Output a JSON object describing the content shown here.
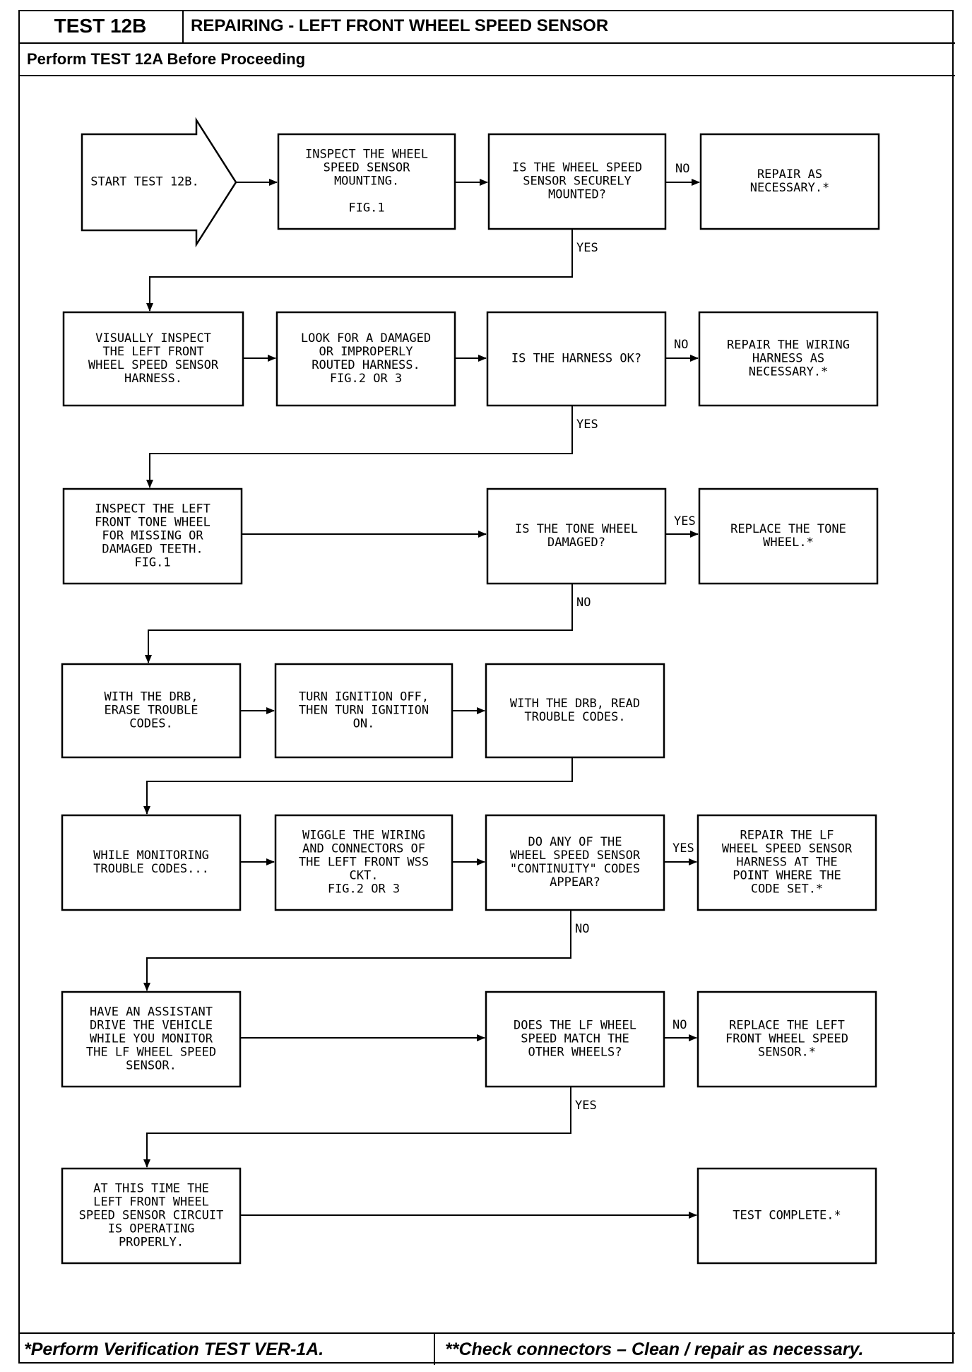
{
  "header": {
    "test_id": "TEST 12B",
    "title": "REPAIRING - LEFT FRONT WHEEL SPEED SENSOR",
    "prerequisite": "Perform TEST 12A Before Proceeding"
  },
  "footer": {
    "left": "*Perform Verification TEST VER-1A.",
    "right": "**Check connectors – Clean / repair as necessary."
  },
  "nodes": [
    {
      "id": "start",
      "lines": [
        "START TEST 12B."
      ]
    },
    {
      "id": "inspect-mounting",
      "lines": [
        "INSPECT THE WHEEL",
        "SPEED SENSOR",
        "MOUNTING.",
        "",
        "FIG.1"
      ]
    },
    {
      "id": "q-mounted",
      "lines": [
        "IS THE WHEEL SPEED",
        "SENSOR SECURELY",
        "MOUNTED?"
      ]
    },
    {
      "id": "repair-mounting",
      "lines": [
        "REPAIR AS",
        "NECESSARY.*"
      ]
    },
    {
      "id": "inspect-harness",
      "lines": [
        "VISUALLY INSPECT",
        "THE LEFT FRONT",
        "WHEEL SPEED SENSOR",
        "HARNESS."
      ]
    },
    {
      "id": "look-damaged",
      "lines": [
        "LOOK FOR A DAMAGED",
        "OR IMPROPERLY",
        "ROUTED HARNESS.",
        "FIG.2 OR 3"
      ]
    },
    {
      "id": "q-harness",
      "lines": [
        "IS THE HARNESS OK?"
      ]
    },
    {
      "id": "repair-wiring",
      "lines": [
        "REPAIR THE WIRING",
        "HARNESS AS",
        "NECESSARY.*"
      ]
    },
    {
      "id": "inspect-tone",
      "lines": [
        "INSPECT THE LEFT",
        "FRONT TONE WHEEL",
        "FOR MISSING OR",
        "DAMAGED TEETH.",
        "FIG.1"
      ]
    },
    {
      "id": "q-tone",
      "lines": [
        "IS THE TONE WHEEL",
        "DAMAGED?"
      ]
    },
    {
      "id": "replace-tone",
      "lines": [
        "REPLACE THE TONE",
        "WHEEL.*"
      ]
    },
    {
      "id": "erase-codes",
      "lines": [
        "WITH THE DRB,",
        "ERASE TROUBLE",
        "CODES."
      ]
    },
    {
      "id": "ignition",
      "lines": [
        "TURN IGNITION OFF,",
        "THEN TURN IGNITION",
        "ON."
      ]
    },
    {
      "id": "read-codes",
      "lines": [
        "WITH THE DRB, READ",
        "TROUBLE CODES."
      ]
    },
    {
      "id": "monitoring",
      "lines": [
        "WHILE MONITORING",
        "TROUBLE CODES..."
      ]
    },
    {
      "id": "wiggle",
      "lines": [
        "WIGGLE THE WIRING",
        "AND CONNECTORS OF",
        "THE LEFT FRONT WSS",
        "CKT.",
        "FIG.2 OR 3"
      ]
    },
    {
      "id": "q-continuity",
      "lines": [
        "DO ANY OF THE",
        "WHEEL SPEED SENSOR",
        "\"CONTINUITY\" CODES",
        "APPEAR?"
      ]
    },
    {
      "id": "repair-lf",
      "lines": [
        "REPAIR THE LF",
        "WHEEL SPEED SENSOR",
        "HARNESS AT THE",
        "POINT WHERE THE",
        "CODE SET.*"
      ]
    },
    {
      "id": "assistant",
      "lines": [
        "HAVE AN ASSISTANT",
        "DRIVE THE VEHICLE",
        "WHILE YOU MONITOR",
        "THE LF WHEEL SPEED",
        "SENSOR."
      ]
    },
    {
      "id": "q-speed",
      "lines": [
        "DOES THE LF WHEEL",
        "SPEED MATCH THE",
        "OTHER WHEELS?"
      ]
    },
    {
      "id": "replace-sensor",
      "lines": [
        "REPLACE THE LEFT",
        "FRONT WHEEL SPEED",
        "SENSOR.*"
      ]
    },
    {
      "id": "operating",
      "lines": [
        "AT THIS TIME THE",
        "LEFT FRONT WHEEL",
        "SPEED SENSOR CIRCUIT",
        "IS OPERATING",
        "PROPERLY."
      ]
    },
    {
      "id": "complete",
      "lines": [
        "TEST COMPLETE.*"
      ]
    }
  ],
  "branch_labels": {
    "no": "NO",
    "yes": "YES"
  }
}
